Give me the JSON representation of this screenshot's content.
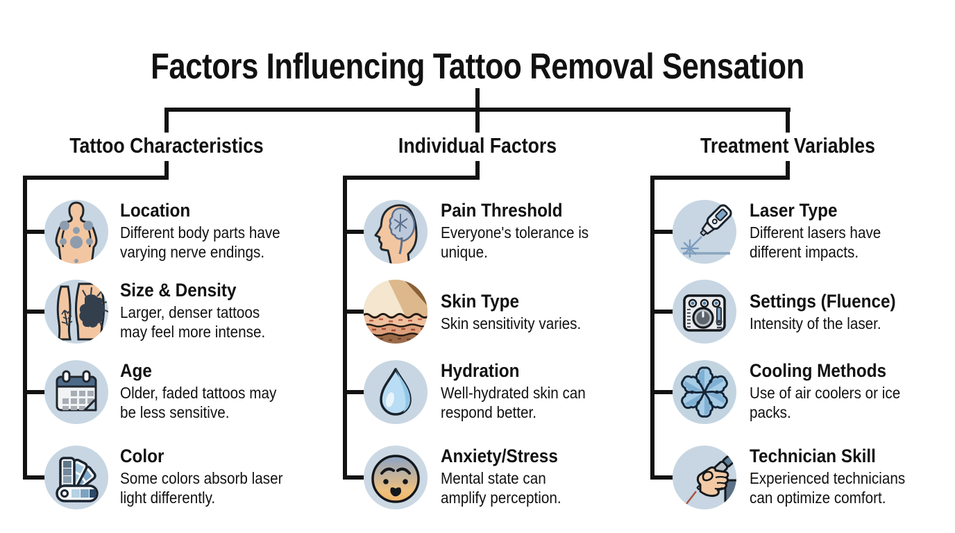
{
  "title": "Factors Influencing Tattoo Removal Sensation",
  "colors": {
    "background": "#ffffff",
    "connector_line": "#121212",
    "text": "#111111",
    "icon_circle_bg": "#c7d6e2"
  },
  "columns": [
    {
      "header": "Tattoo Characteristics",
      "items": [
        {
          "icon": "body-map-icon",
          "title": "Location",
          "lines": [
            "Different body parts have",
            "varying nerve endings."
          ]
        },
        {
          "icon": "tattooed-arms-icon",
          "title": "Size & Density",
          "lines": [
            "Larger, denser tattoos",
            "may feel more intense."
          ]
        },
        {
          "icon": "calendar-icon",
          "title": "Age",
          "lines": [
            "Older, faded tattoos may",
            "be less sensitive."
          ]
        },
        {
          "icon": "color-swatch-fan-icon",
          "title": "Color",
          "lines": [
            "Some colors absorb laser",
            "light differently."
          ]
        }
      ]
    },
    {
      "header": "Individual Factors",
      "items": [
        {
          "icon": "head-brain-icon",
          "title": "Pain Threshold",
          "lines": [
            "Everyone's tolerance is",
            "unique."
          ]
        },
        {
          "icon": "skin-layers-icon",
          "title": "Skin Type",
          "lines": [
            "Skin sensitivity varies."
          ]
        },
        {
          "icon": "water-drop-icon",
          "title": "Hydration",
          "lines": [
            "Well-hydrated skin can",
            "respond better."
          ]
        },
        {
          "icon": "anxious-face-icon",
          "title": "Anxiety/Stress",
          "lines": [
            "Mental state can",
            "amplify perception."
          ]
        }
      ]
    },
    {
      "header": "Treatment Variables",
      "items": [
        {
          "icon": "laser-handpiece-icon",
          "title": "Laser Type",
          "lines": [
            "Different lasers have",
            "different impacts."
          ]
        },
        {
          "icon": "control-knob-icon",
          "title": "Settings (Fluence)",
          "lines": [
            "Intensity of the laser."
          ]
        },
        {
          "icon": "snowflake-icon",
          "title": "Cooling Methods",
          "lines": [
            "Use of air coolers or ice",
            "packs."
          ]
        },
        {
          "icon": "hand-laser-pen-icon",
          "title": "Technician Skill",
          "lines": [
            "Experienced technicians",
            "can optimize comfort."
          ]
        }
      ]
    }
  ]
}
